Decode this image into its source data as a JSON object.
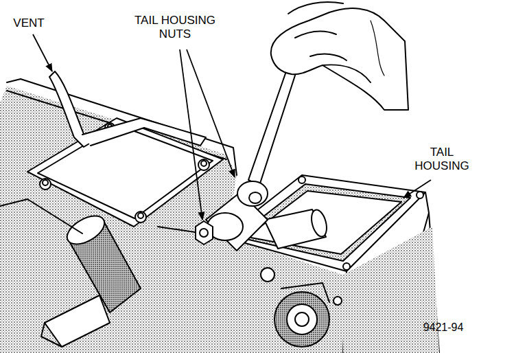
{
  "diagram": {
    "labels": [
      "VENT",
      "TAIL HOUSING NUTS",
      "TAIL HOUSING",
      "9421-94"
    ]
  }
}
